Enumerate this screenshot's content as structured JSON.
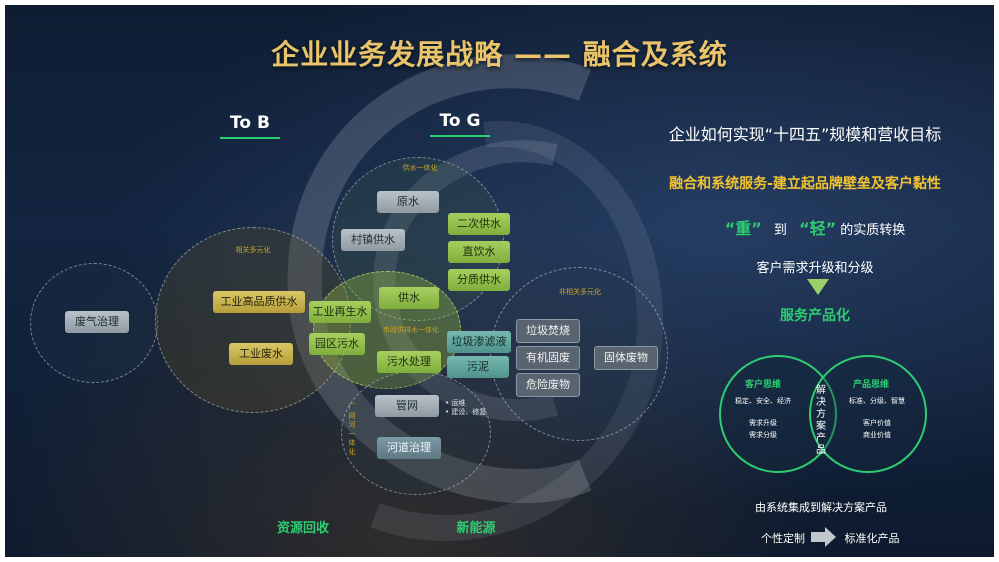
{
  "title": "企业业务发展战略 —— 融合及系统",
  "tabs": {
    "to_b": "To B",
    "to_g": "To G"
  },
  "circles": {
    "related": "相关多元化",
    "water_supply": "供水一体化",
    "unrelated": "非相关多元化",
    "municipal": "市政供排水一体化",
    "pipe_river": "厂网河一体化"
  },
  "boxes": {
    "waste_gas": "废气治理",
    "industrial_water": "工业高品质供水",
    "industrial_wastewater": "工业废水",
    "industrial_reclaimed": "工业再生水",
    "park_sewage": "园区污水",
    "raw_water": "原水",
    "village_water": "村镇供水",
    "secondary_water": "二次供水",
    "drinking_water": "直饮水",
    "graded_water": "分质供水",
    "water_supply": "供水",
    "sewage_treatment": "污水处理",
    "leachate": "垃圾渗滤液",
    "sludge": "污泥",
    "pipe_network": "管网",
    "pipe_notes_1": "• 运维",
    "pipe_notes_2": "• 建设、修复",
    "river_treatment": "河道治理",
    "incineration": "垃圾焚烧",
    "organic_waste": "有机固废",
    "hazardous_waste": "危险废物",
    "solid_waste": "固体废物"
  },
  "bottom": {
    "resource": "资源回收",
    "new_energy": "新能源"
  },
  "right": {
    "goal": "企业如何实现“十四五”规模和营收目标",
    "fusion": "融合和系统服务-建立起品牌壁垒及客户黏性",
    "heavy": "“重”",
    "to": "到",
    "light": "“轻”",
    "transform": "的实质转换",
    "upgrade": "客户需求升级和分级",
    "service": "服务产品化",
    "venn": {
      "left_head": "客户思维",
      "left_line1": "稳定、安全、经济",
      "left_line2": "需求升级",
      "left_line3": "需求分级",
      "center": "解决方案产品",
      "right_head": "产品思维",
      "right_line1": "标准、分级、智慧",
      "right_line2": "客户价值",
      "right_line3": "商业价值"
    },
    "integrate": "由系统集成到解决方案产品",
    "custom": "个性定制",
    "standard": "标准化产品"
  },
  "colors": {
    "accent_gold": "#e9c46a",
    "accent_green": "#2ecc71",
    "highlight_yellow": "#f1c232"
  }
}
